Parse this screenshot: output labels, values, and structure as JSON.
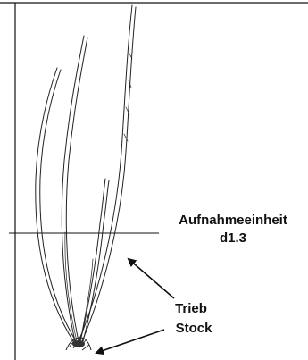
{
  "diagram": {
    "labels": {
      "measurement_unit_line1": "Aufnahmeeinheit",
      "measurement_unit_line2": "d1.3",
      "shoot": "Trieb",
      "stock": "Stock"
    },
    "colors": {
      "ink": "#111111",
      "background": "#ffffff"
    }
  }
}
